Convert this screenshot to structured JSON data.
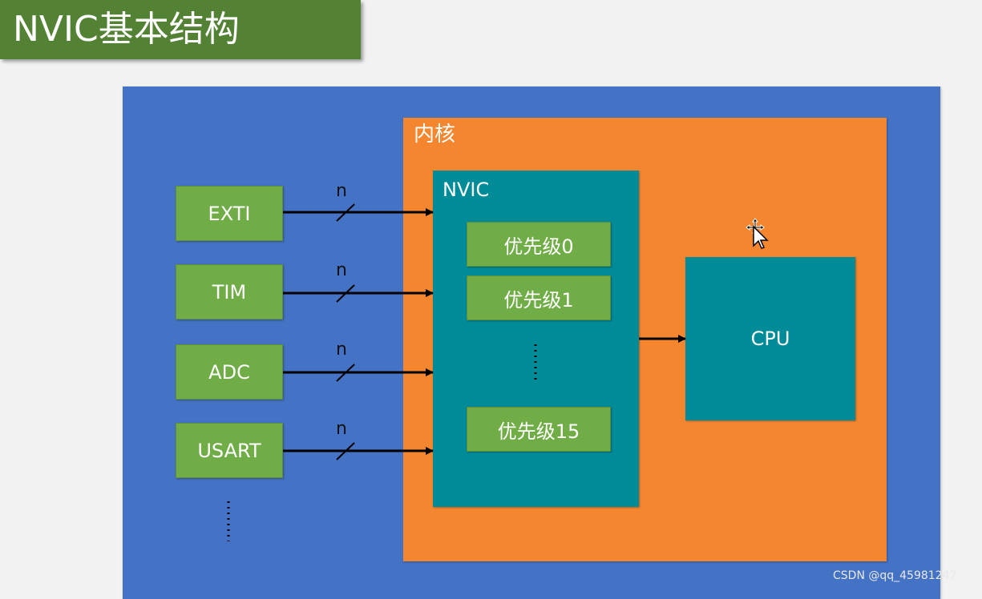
{
  "title": "NVIC基本结构",
  "core_label": "内核",
  "nvic_label": "NVIC",
  "sources": [
    "EXTI",
    "TIM",
    "ADC",
    "USART"
  ],
  "bus_label": "n",
  "priorities": [
    "优先级0",
    "优先级1",
    "优先级15"
  ],
  "cpu_label": "CPU",
  "watermark": "CSDN @qq_45981247",
  "colors": {
    "title_bg": "#548235",
    "outer_bg": "#4472c4",
    "core_bg": "#f4862f",
    "nvic_bg": "#008b99",
    "box_green": "#70ad47"
  },
  "icons": [
    "move-cursor-icon"
  ]
}
